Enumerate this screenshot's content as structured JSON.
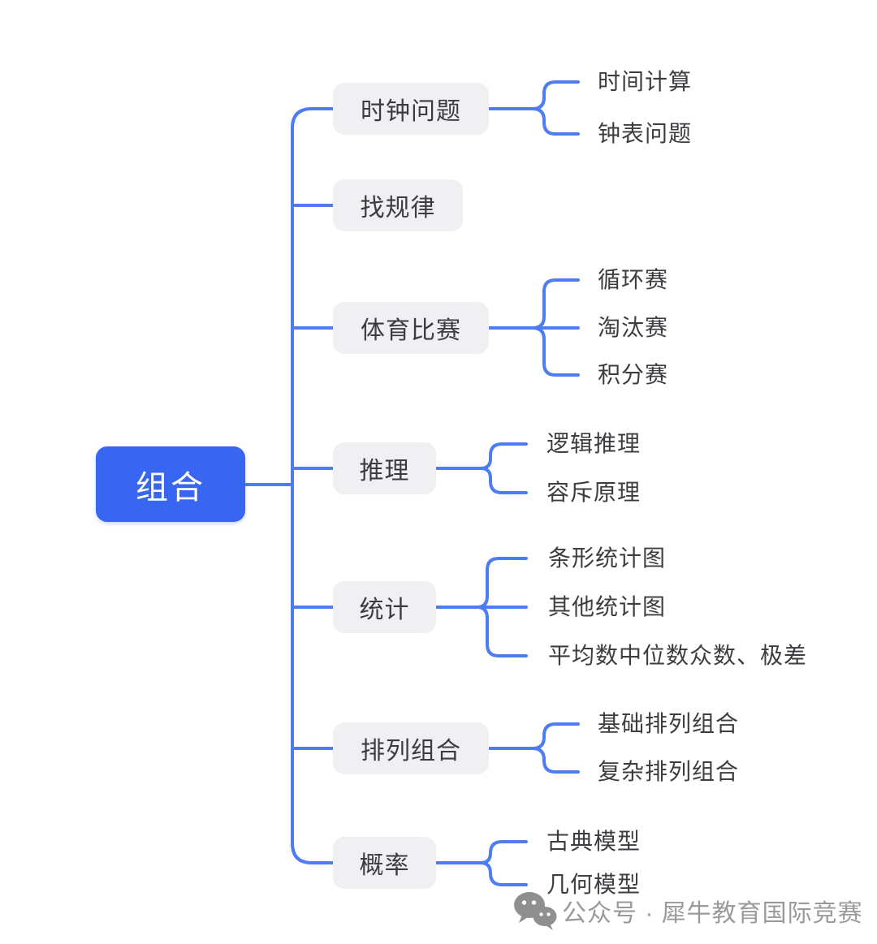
{
  "colors": {
    "root_fill": "#3866f0",
    "root_text": "#ffffff",
    "branch_fill": "#f0f0f2",
    "branch_text": "#3c3c40",
    "leaf_text": "#3d3d41",
    "connector_line": "#4e7cf3",
    "watermark_text": "#9a9a9a"
  },
  "tree": {
    "root": "组合",
    "branches": [
      {
        "label": "时钟问题",
        "children": [
          "时间计算",
          "钟表问题"
        ]
      },
      {
        "label": "找规律",
        "children": []
      },
      {
        "label": "体育比赛",
        "children": [
          "循环赛",
          "淘汰赛",
          "积分赛"
        ]
      },
      {
        "label": "推理",
        "children": [
          "逻辑推理",
          "容斥原理"
        ]
      },
      {
        "label": "统计",
        "children": [
          "条形统计图",
          "其他统计图",
          "平均数中位数众数、极差"
        ]
      },
      {
        "label": "排列组合",
        "children": [
          "基础排列组合",
          "复杂排列组合"
        ]
      },
      {
        "label": "概率",
        "children": [
          "古典模型",
          "几何模型"
        ]
      }
    ]
  },
  "watermark": {
    "icon": "wechat-icon",
    "text": "公众号 · 犀牛教育国际竞赛"
  }
}
